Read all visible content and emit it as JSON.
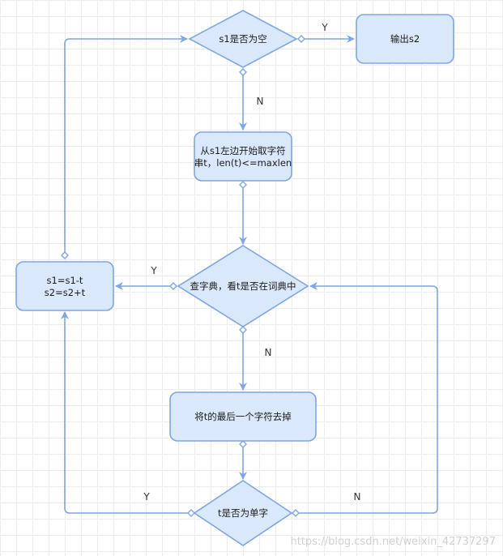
{
  "colors": {
    "node_fill": "#dae8fc",
    "node_stroke": "#7ea6e0",
    "edge": "#7ea6e0"
  },
  "nodes": {
    "d1": "s1是否为空",
    "out": "输出s2",
    "take_line1": "从s1左边开始取字符",
    "take_line2": "串t，len(t)<=maxlen",
    "update_line1": "s1=s1-t",
    "update_line2": "s2=s2+t",
    "d2": "查字典，看t是否在词典中",
    "remove": "将t的最后一个字符去掉",
    "d3": "t是否为单字"
  },
  "edge_labels": {
    "d1_yes": "Y",
    "d1_no": "N",
    "d2_yes": "Y",
    "d2_no": "N",
    "d3_yes": "Y",
    "d3_no": "N"
  },
  "watermark": "https://blog.csdn.net/weixin_42737297"
}
